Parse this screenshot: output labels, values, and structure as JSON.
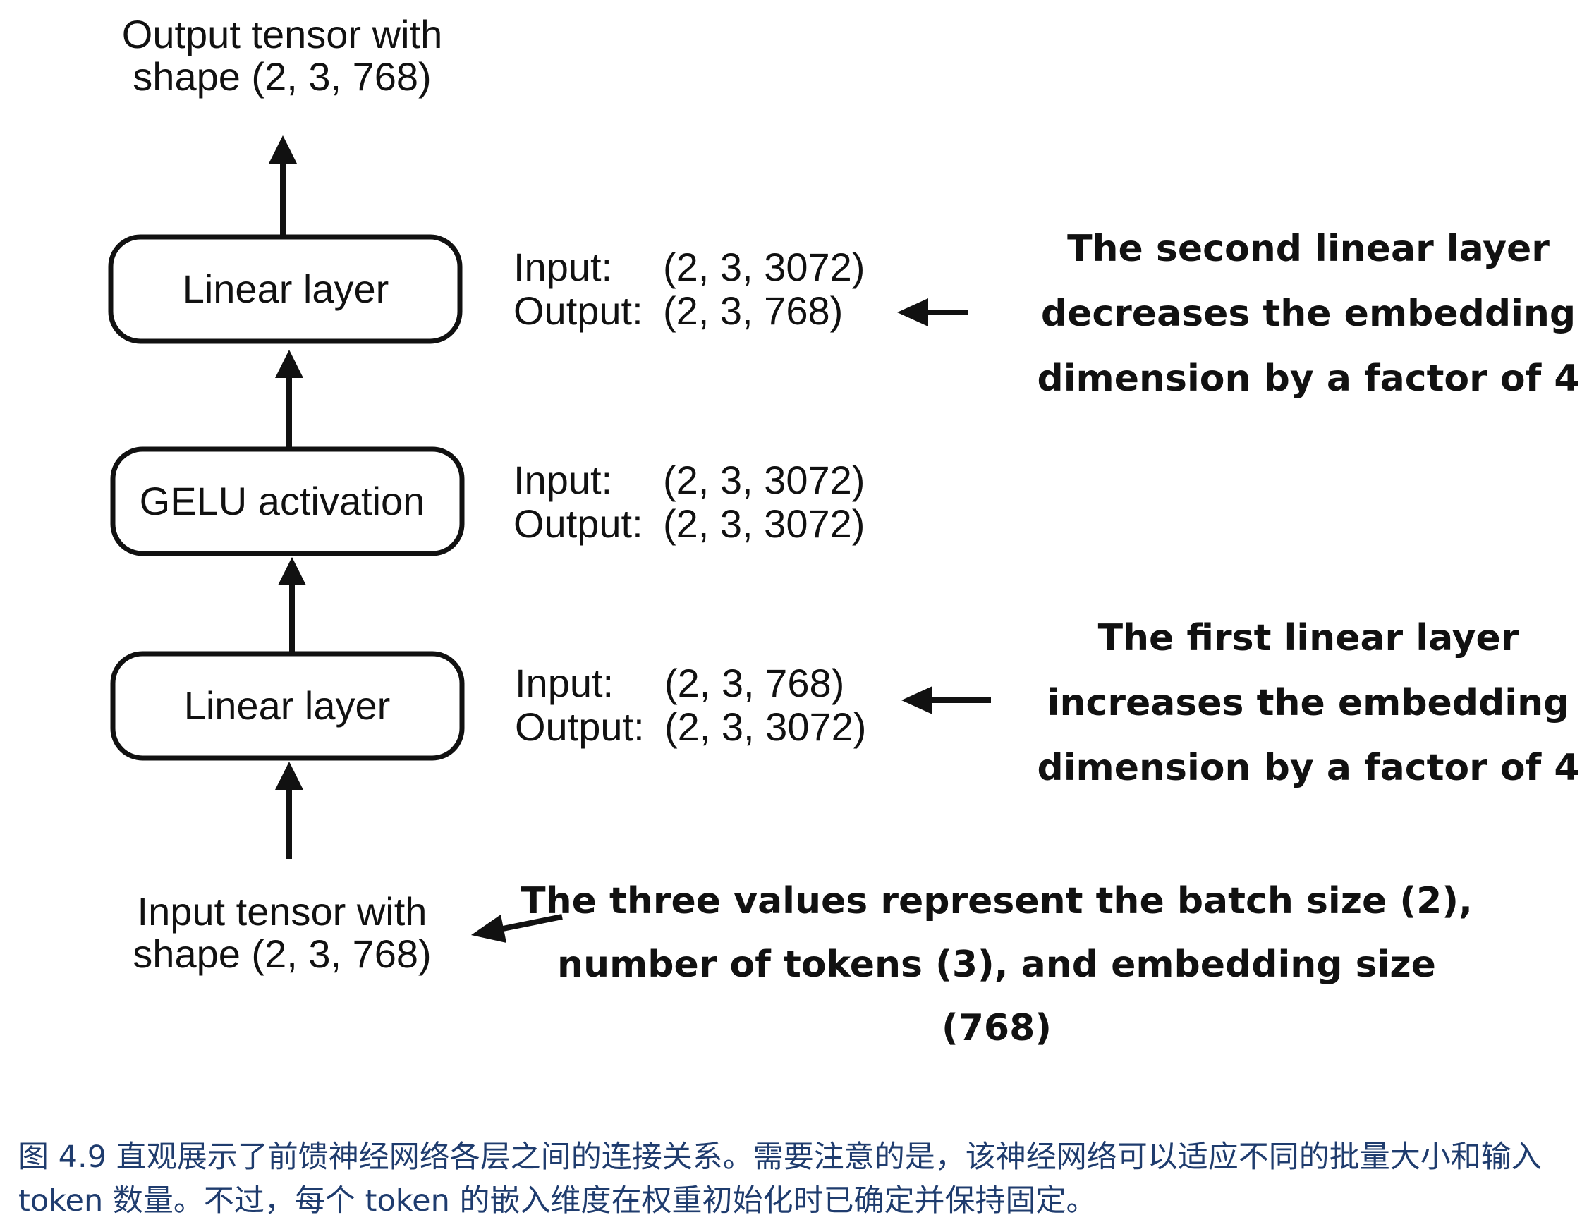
{
  "diagram": {
    "output_tensor": {
      "line1": "Output tensor with",
      "line2": "shape (2, 3, 768)"
    },
    "input_tensor": {
      "line1": "Input tensor with",
      "line2": "shape (2, 3, 768)"
    },
    "layers": [
      {
        "label": "Linear layer",
        "input_label": "Input:",
        "input_shape": "(2, 3, 3072)",
        "output_label": "Output:",
        "output_shape": "(2, 3, 768)"
      },
      {
        "label": "GELU activation",
        "input_label": "Input:",
        "input_shape": "(2, 3, 3072)",
        "output_label": "Output:",
        "output_shape": "(2, 3, 3072)"
      },
      {
        "label": "Linear layer",
        "input_label": "Input:",
        "input_shape": "(2, 3, 768)",
        "output_label": "Output:",
        "output_shape": "(2, 3, 3072)"
      }
    ],
    "annotations": {
      "second_linear": [
        "The second linear layer",
        "decreases the embedding",
        "dimension by a factor of 4"
      ],
      "first_linear": [
        "The first linear layer",
        "increases the embedding",
        "dimension by a factor of 4"
      ],
      "input_values": [
        "The three values represent the batch size (2),",
        "number of tokens (3), and embedding size",
        "(768)"
      ]
    }
  },
  "caption": {
    "text": "图 4.9 直观展示了前馈神经网络各层之间的连接关系。需要注意的是，该神经网络可以适应不同的批量大小和输入 token 数量。不过，每个 token 的嵌入维度在权重初始化时已确定并保持固定。"
  },
  "colors": {
    "ink": "#111111",
    "caption": "#1f3c6e",
    "background": "#ffffff"
  }
}
